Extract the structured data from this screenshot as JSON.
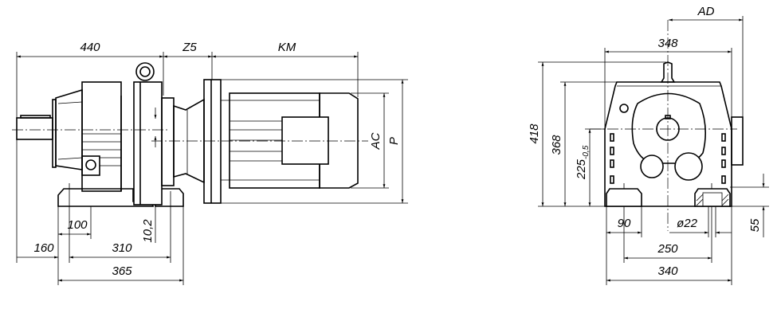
{
  "side_view": {
    "dims": {
      "d440": "440",
      "z5": "Z5",
      "km": "KM",
      "ac": "AC",
      "p": "P",
      "d100": "100",
      "d160": "160",
      "d310": "310",
      "d365": "365",
      "d10_2": "10,2"
    }
  },
  "front_view": {
    "dims": {
      "ad": "AD",
      "d348": "348",
      "d418": "418",
      "d368": "368",
      "d225": "225",
      "d225_tol": "-0,5",
      "d90": "90",
      "phi22": "ø22",
      "d55": "55",
      "d250": "250",
      "d340": "340"
    }
  }
}
